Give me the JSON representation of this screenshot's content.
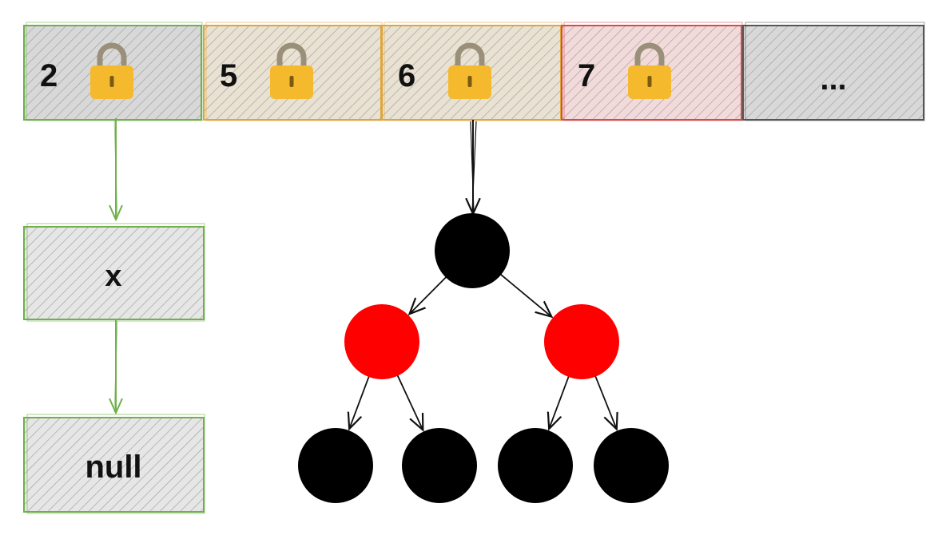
{
  "array": {
    "cells": [
      {
        "label": "2",
        "locked": true,
        "border": "#6fb04a",
        "fill": "#d8d8d8"
      },
      {
        "label": "5",
        "locked": true,
        "border": "#e0a53a",
        "fill": "#e9e2d2"
      },
      {
        "label": "6",
        "locked": true,
        "border": "#e0a53a",
        "fill": "#e9e2d2"
      },
      {
        "label": "7",
        "locked": true,
        "border": "#d64a4a",
        "fill": "#f3dada"
      },
      {
        "label": "...",
        "locked": false,
        "border": "#555555",
        "fill": "#d8d8d8"
      }
    ]
  },
  "list": {
    "nodes": [
      {
        "label": "x"
      },
      {
        "label": "null"
      }
    ],
    "border": "#6fb04a",
    "arrow_color": "#6fb04a"
  },
  "tree": {
    "levels": [
      [
        "black"
      ],
      [
        "red",
        "red"
      ],
      [
        "black",
        "black",
        "black",
        "black"
      ]
    ],
    "colors": {
      "black": "#000000",
      "red": "#ff0000"
    },
    "arrow_color": "#111111"
  },
  "icons": {
    "lock": "lock-icon"
  },
  "colors": {
    "lock_body": "#f5b92e",
    "lock_shackle": "#9a8f78",
    "hatch": "#9a9a9a"
  }
}
